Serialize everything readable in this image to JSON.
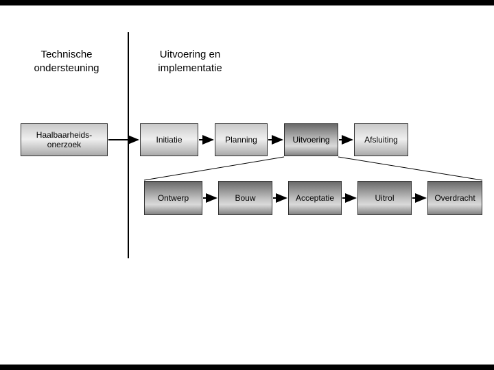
{
  "page": {
    "background": "#ffffff",
    "letterbox_color": "#000000"
  },
  "headings": {
    "left": "Technische\nondersteuning",
    "right": "Uitvoering en\nimplementatie"
  },
  "flow": {
    "feasibility": "Haalbaarheids-\nonerzoek",
    "main_row": [
      "Initiatie",
      "Planning",
      "Uitvoering",
      "Afsluiting"
    ],
    "sub_row": [
      "Ontwerp",
      "Bouw",
      "Acceptatie",
      "Uitrol",
      "Overdracht"
    ]
  },
  "colors": {
    "box_border": "#2e2e2e",
    "light_box_top": "#c9c9c9",
    "light_box_mid": "#efefef",
    "light_box_bottom": "#aaaaaa",
    "dark_box_top": "#696969",
    "dark_box_mid": "#d9d9d9",
    "dark_box_bottom": "#828282",
    "connector": "#000000",
    "text": "#000000"
  }
}
